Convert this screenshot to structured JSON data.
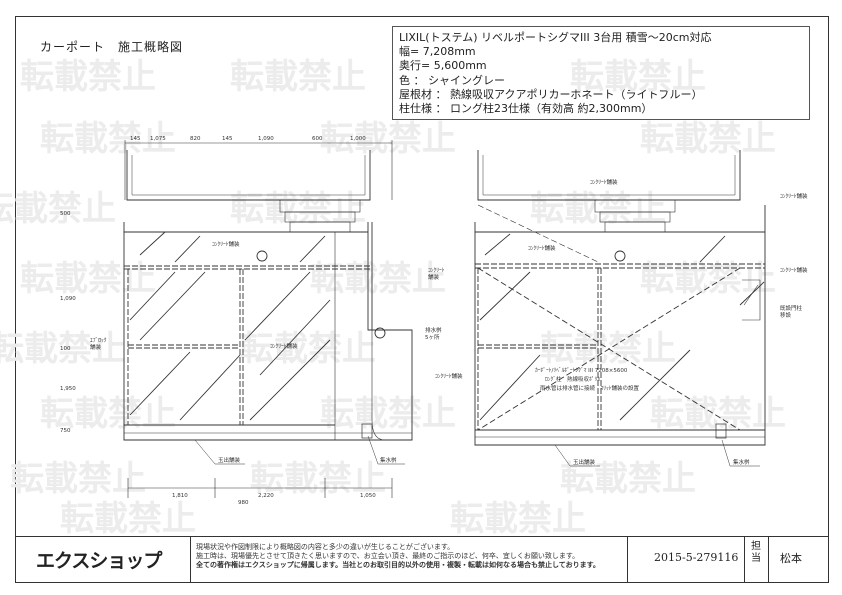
{
  "title": "カーポート　施工概略図",
  "spec": {
    "product": "LIXIL(トステム) リベルポートシグマIII 3台用 積雪～20cm対応",
    "width": "幅= 7,208mm",
    "depth": "奥行= 5,600mm",
    "color": "色 ： シャイングレー",
    "roof": "屋根材 ： 熱線吸収アクアポリカーボネート（ライトブルー）",
    "pillar": "柱仕様 ： ロング柱23仕様（有効高 約2,300mm）"
  },
  "watermark": "転載禁止",
  "left_plan": {
    "top_dims": [
      "145",
      "1,075",
      "820",
      "145",
      "1,090",
      "600",
      "1,000"
    ],
    "side_dims": [
      "500",
      "1,090",
      "100",
      "1,950",
      "750"
    ],
    "bottom_dims": [
      "1,810",
      "2,220",
      "1,050"
    ],
    "bottom_total": "980",
    "labels": {
      "concrete_top": "ｺﾝｸﾘｰﾄ舗装",
      "concrete_mid": "ｺﾝｸﾘｰﾄ舗装",
      "concrete_edge": "ｺﾝｸﾘｰﾄ\n舗装",
      "left_note": "ｴﾌﾞﾛｯｸ\n舗装",
      "right_note": "排水桝\n5ヶ所",
      "bottom": "玉出舗装",
      "catch": "集水桝"
    }
  },
  "right_plan": {
    "labels": {
      "concrete_top": "ｺﾝｸﾘｰﾄ舗装",
      "concrete_mid": "ｺﾝｸﾘｰﾄ舗装",
      "concrete_left": "ｺﾝｸﾘｰﾄ舗装",
      "right_top": "ｺﾝｸﾘｰﾄ舗装",
      "right_mid": "ｺﾝｸﾘｰﾄ舗装",
      "right_note": "既設門柱\n移設",
      "carport_1": "ｶｰﾎﾟｰﾄ/ﾘﾍﾞﾙﾎﾟｰﾄｼｸﾞﾏ III 7208×5600",
      "carport_2": "ﾛﾝｸﾞ柱　熱線吸収ﾎﾟﾘｶ",
      "carport_3": "雨水管は排水管に接続　ｽﾘｯﾄ舗装の設置",
      "bottom": "玉出舗装",
      "catch": "集水桝"
    }
  },
  "footer": {
    "logo": "エクスショップ",
    "notes": [
      "現場状況や作図制限により概略図の内容と多少の違いが生じることがございます。",
      "施工時は、現場優先とさせて頂きたく思いますので、お立会い頂き、最終のご指示のほど、何卒、宜しくお願い致します。",
      "全ての著作権はエクスショップに帰属します。当社とのお取引目的以外の使用・複製・転載は如何なる場合も禁止しております。"
    ],
    "doc_no": "2015-5-279116",
    "tantou": "担当",
    "person": "松本"
  }
}
